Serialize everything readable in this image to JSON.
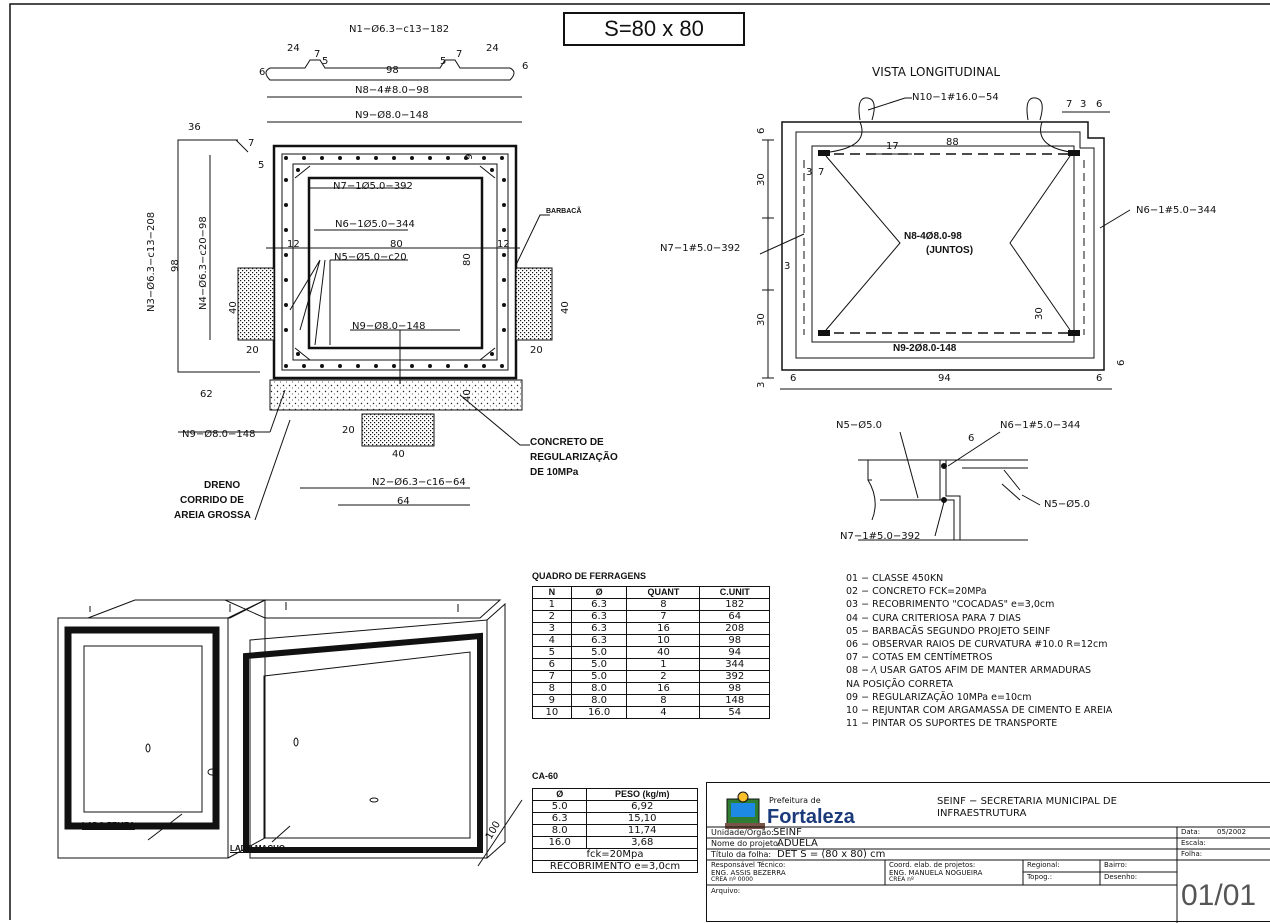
{
  "sheet_title": "S=80 x 80",
  "section": {
    "n1": "N1−Ø6.3−c13−182",
    "n1_dims": [
      "24",
      "7",
      "5",
      "98",
      "5",
      "7",
      "24",
      "6",
      "6"
    ],
    "n8_top": "N8−4#8.0−98",
    "n9_top": "N9−Ø8.0−148",
    "n7": "N7−1Ø5.0−392",
    "n6": "N6−1Ø5.0−344",
    "n5": "N5−Ø5.0−c20",
    "n9_mid": "N9−Ø8.0−148",
    "n9_bottom": "N9−Ø8.0−148",
    "n3": "N3−Ø6.3−c13−208",
    "n4": "N4−Ø6.3−c20−98",
    "n2": "N2−Ø6.3−c16−64",
    "barbaca": "BARBACÃ",
    "concreto": [
      "CONCRETO DE",
      "REGULARIZAÇÃO",
      "DE 10MPa"
    ],
    "dreno": [
      "DRENO",
      "CORRIDO DE",
      "AREIA GROSSA"
    ],
    "dims": {
      "d36": "36",
      "d7": "7",
      "d5": "5",
      "d98": "98",
      "d12a": "12",
      "d80": "80",
      "d12b": "12",
      "d80v": "80",
      "d40a": "40",
      "d40b": "40",
      "d20a": "20",
      "d20b": "20",
      "d62": "62",
      "d20c": "20",
      "d40c": "40",
      "d64": "64",
      "d40v": "40",
      "d9": "9"
    }
  },
  "longitudinal": {
    "title": "VISTA LONGITUDINAL",
    "n10": "N10−1#16.0−54",
    "n6": "N6−1#5.0−344",
    "n7": "N7−1#5.0−392",
    "n8": [
      "N8-4Ø8.0-98",
      "(JUNTOS)"
    ],
    "n9": "N9-2Ø8.0-148",
    "dims": {
      "d7": "7",
      "d3": "3",
      "d6a": "6",
      "d17": "17",
      "d88": "88",
      "d3b": "3",
      "d7b": "7",
      "d30a": "30",
      "d30b": "30",
      "d30c": "30",
      "d3c": "3",
      "d6b": "6",
      "d94": "94",
      "d6c": "6",
      "d6d": "6",
      "d6e": "6",
      "d3d": "3"
    }
  },
  "detail": {
    "n5a": "N5−Ø5.0",
    "n6": "N6−1#5.0−344",
    "n5b": "N5−Ø5.0",
    "n7": "N7−1#5.0−392",
    "d6": "6"
  },
  "rebar_table": {
    "title": "QUADRO DE FERRAGENS",
    "headers": [
      "N",
      "Ø",
      "QUANT",
      "C.UNIT"
    ],
    "rows": [
      [
        "1",
        "6.3",
        "8",
        "182"
      ],
      [
        "2",
        "6.3",
        "7",
        "64"
      ],
      [
        "3",
        "6.3",
        "16",
        "208"
      ],
      [
        "4",
        "6.3",
        "10",
        "98"
      ],
      [
        "5",
        "5.0",
        "40",
        "94"
      ],
      [
        "6",
        "5.0",
        "1",
        "344"
      ],
      [
        "7",
        "5.0",
        "2",
        "392"
      ],
      [
        "8",
        "8.0",
        "16",
        "98"
      ],
      [
        "9",
        "8.0",
        "8",
        "148"
      ],
      [
        "10",
        "16.0",
        "4",
        "54"
      ]
    ]
  },
  "weight_table": {
    "title": "CA-60",
    "headers": [
      "Ø",
      "PESO (kg/m)"
    ],
    "rows": [
      [
        "5.0",
        "6,92"
      ],
      [
        "6.3",
        "15,10"
      ],
      [
        "8.0",
        "11,74"
      ],
      [
        "16.0",
        "3,68"
      ]
    ],
    "fck": "fck=20Mpa",
    "cover": "RECOBRIMENTO e=3,0cm"
  },
  "notes": [
    "01 − CLASSE 450KN",
    "02 − CONCRETO FCK=20MPa",
    "03 − RECOBRIMENTO \"COCADAS\" e=3,0cm",
    "04 − CURA CRITERIOSA PARA 7 DIAS",
    "05 − BARBACÃS SEGUNDO PROJETO SEINF",
    "06 − OBSERVAR RAIOS DE CURVATURA #10.0 R=12cm",
    "07 − COTAS EM CENTÍMETROS",
    "08 − ⁄\\ USAR GATOS AFIM DE MANTER ARMADURAS",
    "NA POSIÇÃO CORRETA",
    "09 − REGULARIZAÇÃO 10MPa e=10cm",
    "10 − REJUNTAR COM ARGAMASSA DE CIMENTO E AREIA",
    "11 − PINTAR OS SUPORTES DE TRANSPORTE"
  ],
  "iso": {
    "lado_femea": "LADO FEMEA",
    "lado_macho": "LADO MACHO",
    "dim": "100"
  },
  "stamp": {
    "logo_small": "Prefeitura de",
    "logo_big": "Fortaleza",
    "org_line1": "SEINF − SECRETARIA MUNICIPAL DE",
    "org_line2": "INFRAESTRUTURA",
    "unidade_label": "Unidade/Orgão:",
    "unidade_value": "SEINF",
    "projeto_label": "Nome do projeto:",
    "projeto_value": "ADUELA",
    "titulo_label": "Título da folha:",
    "titulo_value": "DET  S = (80 x 80) cm",
    "resp_label": "Responsável Técnico:",
    "resp_name": "ENG. ASSIS BEZERRA",
    "resp_crea": "CREA nº 0000",
    "coord_label": "Coord. elab. de projetos:",
    "coord_name": "ENG. MANUELA NOGUEIRA",
    "coord_crea": "CREA nº",
    "regional_label": "Regional:",
    "topog_label": "Topog.:",
    "bairro_label": "Bairro:",
    "desenho_label": "Desenho:",
    "arquivo_label": "Arquivo:",
    "data_label": "Data:",
    "data_value": "05/2002",
    "escala_label": "Escala:",
    "folha_label": "Folha:",
    "folha_value": "01/01"
  }
}
